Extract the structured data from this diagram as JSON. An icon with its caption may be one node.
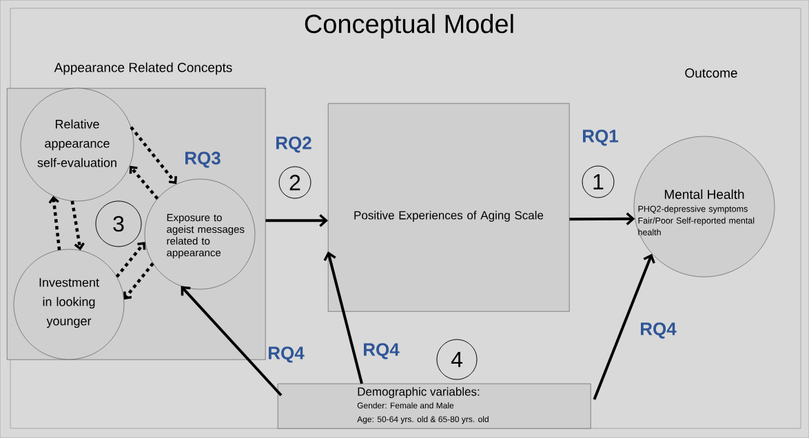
{
  "diagram": {
    "title": "Conceptual Model",
    "nodes": [
      {
        "text": [
          "Appearance Related  Concepts"
        ]
      },
      {
        "text": [
          "Relative appearance self-evaluation"
        ],
        "in": 0
      },
      {
        "text": [
          "Exposure to ageist messages related to appearance"
        ],
        "in": 0
      },
      {
        "text": [
          "3"
        ],
        "in": 0
      },
      {
        "text": [
          "Investment in looking younger"
        ],
        "in": 0
      },
      {
        "text": [
          "2"
        ]
      },
      {
        "text": [
          "Positive Experiences of Aging Scale"
        ]
      },
      {
        "text": [
          "1"
        ]
      },
      {
        "text": [
          "Mental Health",
          "PHQ2-depressive symptoms",
          "Fair/Poor  Self-reported mental health"
        ]
      },
      {
        "text": [
          "4"
        ]
      },
      {
        "text": [
          "Demographic variables:",
          "Gender: Female and Male",
          "Age: 50-64 yrs. old & 65-80 yrs. old"
        ]
      }
    ],
    "edges": [
      {
        "from": 0,
        "to": 6,
        "arrow": "to"
      },
      {
        "from": 6,
        "to": 8,
        "arrow": "to"
      },
      {
        "from": 1,
        "to": 4,
        "arrow": "to",
        "style": "dashed"
      },
      {
        "from": 4,
        "to": 1,
        "arrow": "to",
        "style": "dashed"
      },
      {
        "from": 1,
        "to": 2,
        "arrow": "to",
        "style": "dashed"
      },
      {
        "from": 2,
        "to": 1,
        "arrow": "to",
        "style": "dashed"
      },
      {
        "from": 4,
        "to": 2,
        "arrow": "to",
        "style": "dashed"
      },
      {
        "from": 2,
        "to": 4,
        "arrow": "to",
        "style": "dashed"
      },
      {
        "from": 10,
        "to": 2,
        "arrow": "to",
        "label": "RQ4"
      },
      {
        "from": 10,
        "to": 6,
        "arrow": "to",
        "label": "RQ4"
      },
      {
        "from": 10,
        "to": 8,
        "arrow": "to",
        "label": "RQ4"
      }
    ],
    "labels": [
      "Outcome",
      "RQ3",
      "RQ2",
      "RQ1"
    ]
  }
}
